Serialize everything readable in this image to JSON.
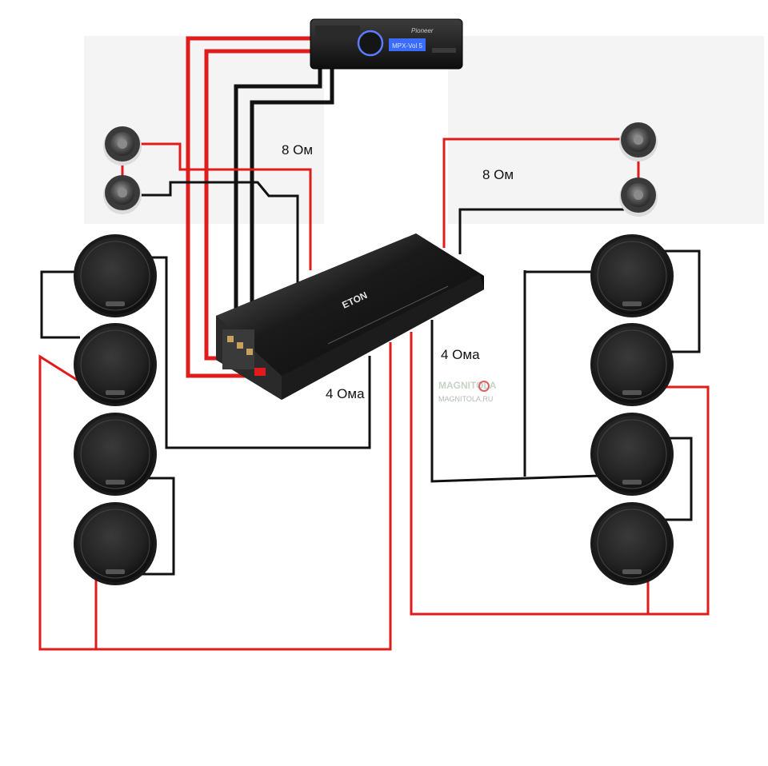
{
  "labels": {
    "left_tweeters": "8 Ом",
    "right_tweeters": "8 Ом",
    "left_woofers": "4 Ома",
    "right_woofers": "4 Ома"
  },
  "head_unit": {
    "brand": "Pioneer",
    "display_text": "MPX-Vol 5"
  },
  "amplifier": {
    "brand": "ETON"
  },
  "watermark": {
    "line1": "MAGNITOLA",
    "line2": "MAGNITOLA.RU"
  },
  "colors": {
    "positive_wire": "#e01b1b",
    "negative_wire": "#111111",
    "speaker_body": "#2a2a2a",
    "amplifier_body": "#1e1e1e",
    "display": "#3a6cff"
  }
}
